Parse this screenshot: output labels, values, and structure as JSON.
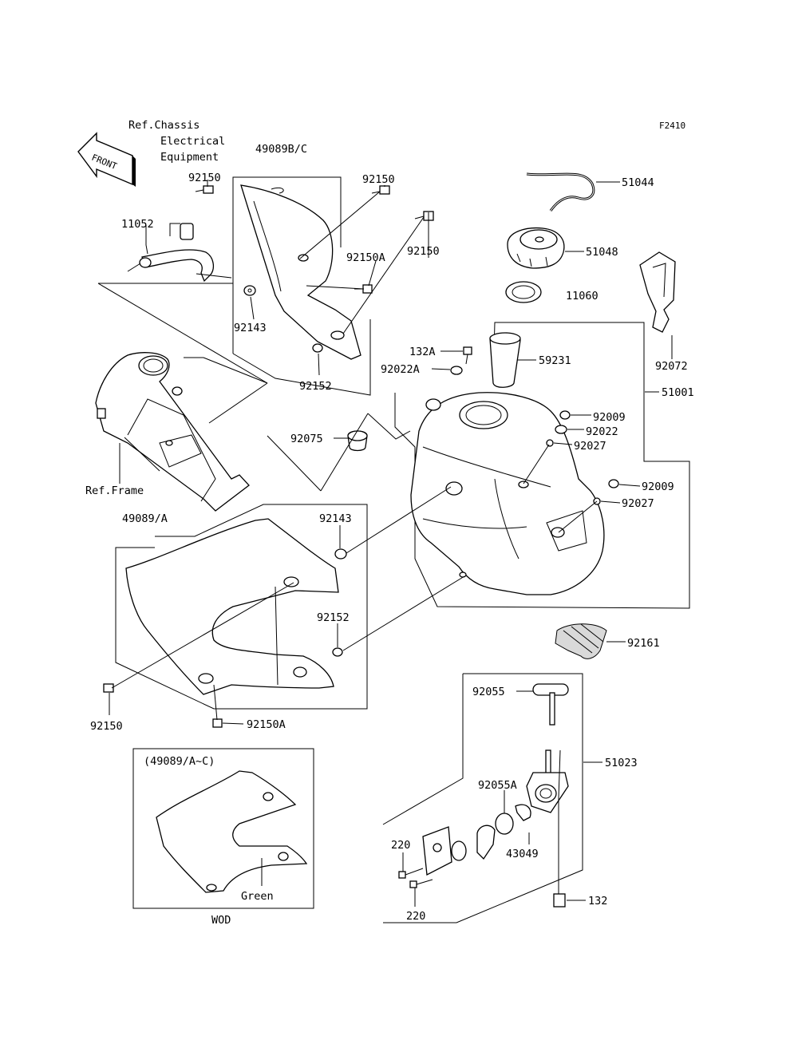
{
  "figure_code": "F2410",
  "front_label": "FRONT",
  "ref_chassis_lines": [
    "Ref.Chassis",
    "Electrical",
    "Equipment"
  ],
  "ref_frame": "Ref.Frame",
  "wod_box_title": "(49089/A~C)",
  "wod_label": "WOD",
  "green_label": "Green",
  "labels": {
    "p49089bc": "49089B/C",
    "p92150_a": "92150",
    "p11052": "11052",
    "p92150_b": "92150",
    "p92150A_top": "92150A",
    "p92150_c": "92150",
    "p92143_top": "92143",
    "p92152_top": "92152",
    "p51044": "51044",
    "p51048": "51048",
    "p11060": "11060",
    "p92072": "92072",
    "p132A": "132A",
    "p92022A": "92022A",
    "p59231": "59231",
    "p51001": "51001",
    "p92009_a": "92009",
    "p92022": "92022",
    "p92027_a": "92027",
    "p92075": "92075",
    "p92009_b": "92009",
    "p92027_b": "92027",
    "p49089A": "49089/A",
    "p92143_bot": "92143",
    "p92152_bot": "92152",
    "p92161": "92161",
    "p92150_bot": "92150",
    "p92150A_bot": "92150A",
    "p92055": "92055",
    "p51023": "51023",
    "p92055A": "92055A",
    "p43049": "43049",
    "p220_a": "220",
    "p220_b": "220",
    "p132": "132"
  }
}
